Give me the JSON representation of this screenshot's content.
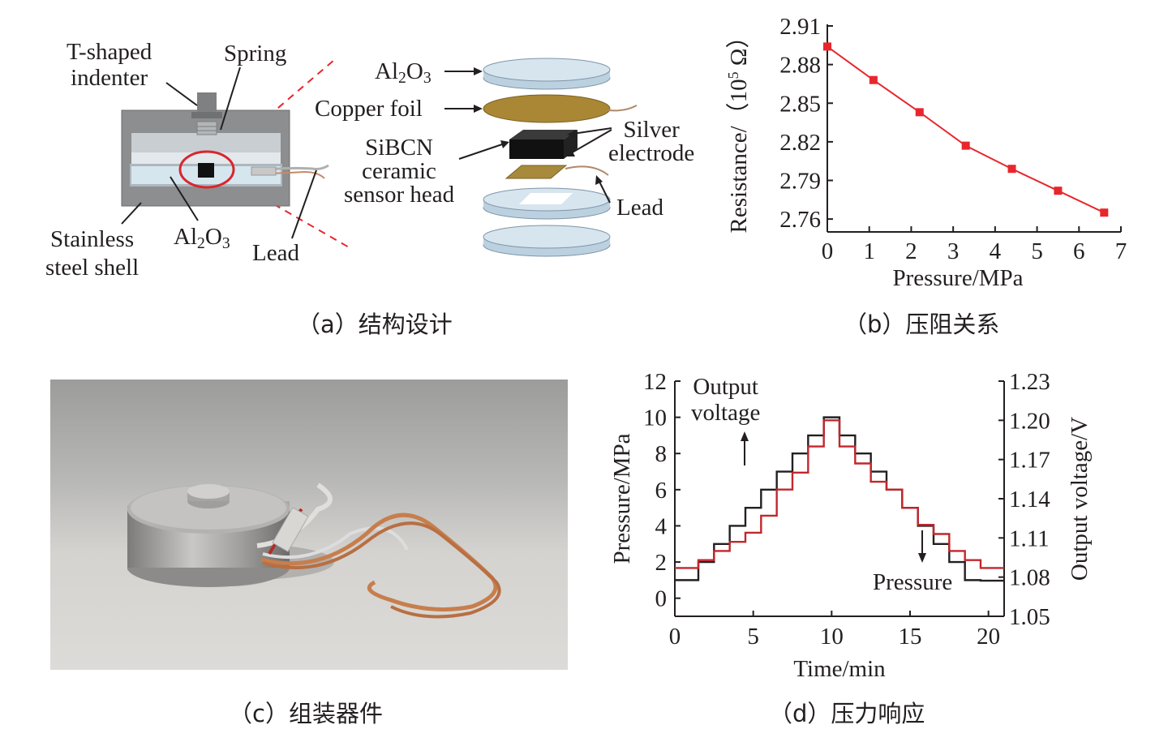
{
  "panel_a": {
    "labels": {
      "indenter": "T-shaped\nindenter",
      "spring": "Spring",
      "shell": "Stainless\nsteel shell",
      "al2o3_base": "Al",
      "al2o3_sub1": "2",
      "al2o3_mid": "O",
      "al2o3_sub2": "3",
      "lead_left": "Lead",
      "copper_foil": "Copper foil",
      "sensor_head": "SiBCN\nceramic\nsensor head",
      "silver": "Silver\nelectrode",
      "lead_right": "Lead"
    },
    "caption": "（a）结构设计"
  },
  "panel_b": {
    "caption": "（b）压阻关系"
  },
  "panel_c": {
    "caption": "（c）组装器件",
    "image_description_icon": "photo-of-assembled-sensor"
  },
  "panel_d": {
    "caption": "（d）压力响应",
    "annotations": {
      "output_voltage_line1": "Output",
      "output_voltage_line2": "voltage",
      "pressure": "Pressure"
    }
  },
  "chart_data": [
    {
      "type": "line",
      "id": "b",
      "xlabel": "Pressure/MPa",
      "ylabel": "Resistance/（10",
      "ylabel_sup": "5",
      "ylabel_unit": " Ω）",
      "xlim": [
        0,
        7
      ],
      "ylim": [
        2.75,
        2.91
      ],
      "xticks": [
        0,
        1,
        2,
        3,
        4,
        5,
        6,
        7
      ],
      "yticks": [
        2.76,
        2.79,
        2.82,
        2.85,
        2.88,
        2.91
      ],
      "ytick_labels": [
        "2.76",
        "2.79",
        "2.82",
        "2.85",
        "2.88",
        "2.91"
      ],
      "series": [
        {
          "color": "#e8262d",
          "marker": "square",
          "x": [
            0,
            1.1,
            2.2,
            3.3,
            4.4,
            5.5,
            6.6
          ],
          "y": [
            2.894,
            2.868,
            2.843,
            2.817,
            2.799,
            2.782,
            2.765
          ]
        }
      ],
      "grid": false
    },
    {
      "type": "line",
      "id": "d",
      "xlabel": "Time/min",
      "ylabel": "Pressure/MPa",
      "y2label": "Output voltage/V",
      "xlim": [
        0,
        21
      ],
      "ylim": [
        -1,
        12
      ],
      "y2lim": [
        1.05,
        1.23
      ],
      "xticks": [
        0,
        5,
        10,
        15,
        20
      ],
      "yticks": [
        0,
        2,
        4,
        6,
        8,
        10,
        12
      ],
      "y2ticks": [
        1.05,
        1.08,
        1.11,
        1.14,
        1.17,
        1.2,
        1.23
      ],
      "y2tick_labels": [
        "1.05",
        "1.08",
        "1.11",
        "1.14",
        "1.17",
        "1.20",
        "1.23"
      ],
      "series": [
        {
          "name": "Pressure",
          "color": "#231f20",
          "axis": "left",
          "step_width": 1.0,
          "levels": [
            1,
            2,
            3,
            4,
            5,
            6,
            7,
            8,
            9,
            10,
            9,
            8,
            7,
            6,
            5,
            4,
            3,
            2,
            1,
            0.97,
            0.97
          ],
          "start_level": 1
        },
        {
          "name": "Output voltage",
          "color": "#c1272d",
          "axis": "right",
          "step_width": 1.0,
          "levels": [
            1.087,
            1.093,
            1.1,
            1.107,
            1.114,
            1.127,
            1.147,
            1.16,
            1.18,
            1.2,
            1.18,
            1.167,
            1.153,
            1.147,
            1.133,
            1.12,
            1.113,
            1.1,
            1.093,
            1.087,
            1.087
          ],
          "start_level": 1.087
        }
      ],
      "grid": false
    }
  ]
}
